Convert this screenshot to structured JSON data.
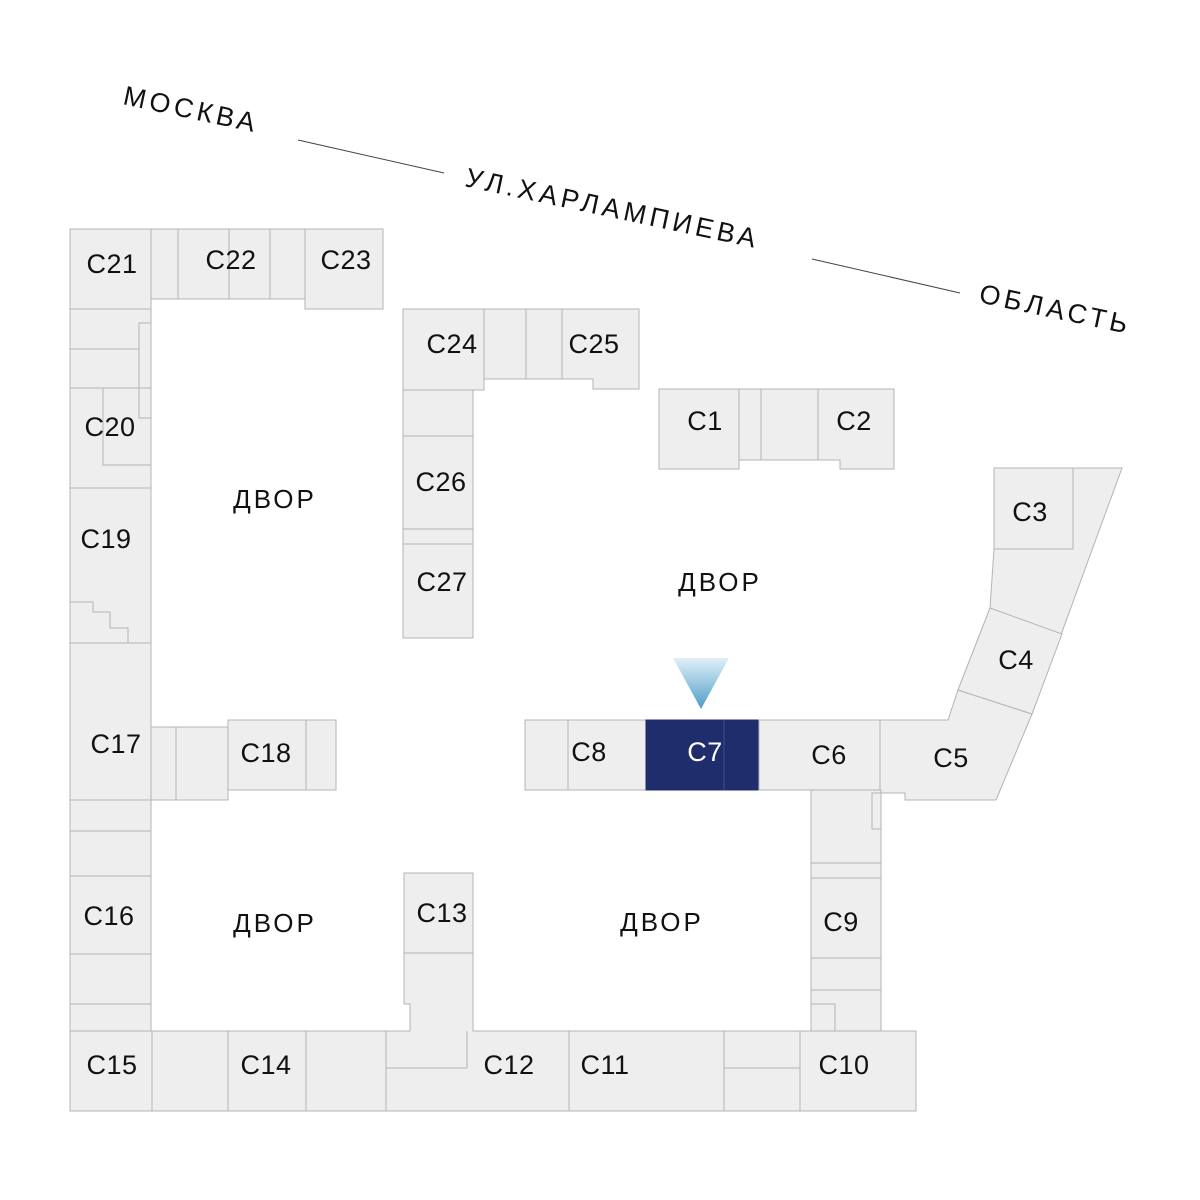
{
  "street": {
    "city": "МОСКВА",
    "name": "УЛ.ХАРЛАМПИЕВА",
    "region": "ОБЛАСТЬ"
  },
  "yards": [
    "ДВОР",
    "ДВОР",
    "ДВОР",
    "ДВОР"
  ],
  "sections": {
    "c1": "С1",
    "c2": "С2",
    "c3": "С3",
    "c4": "С4",
    "c5": "С5",
    "c6": "С6",
    "c7": "С7",
    "c8": "С8",
    "c9": "С9",
    "c10": "С10",
    "c11": "С11",
    "c12": "С12",
    "c13": "С13",
    "c14": "С14",
    "c15": "С15",
    "c16": "С16",
    "c17": "С17",
    "c18": "С18",
    "c19": "С19",
    "c20": "С20",
    "c21": "С21",
    "c22": "С22",
    "c23": "С23",
    "c24": "С24",
    "c25": "С25",
    "c26": "С26",
    "c27": "С27"
  },
  "selected_section": "С7",
  "colors": {
    "section_fill": "#eeeeee",
    "section_stroke": "#b4b4b4",
    "selected_fill": "#1f2d6d",
    "marker": "#5aa7cf"
  }
}
